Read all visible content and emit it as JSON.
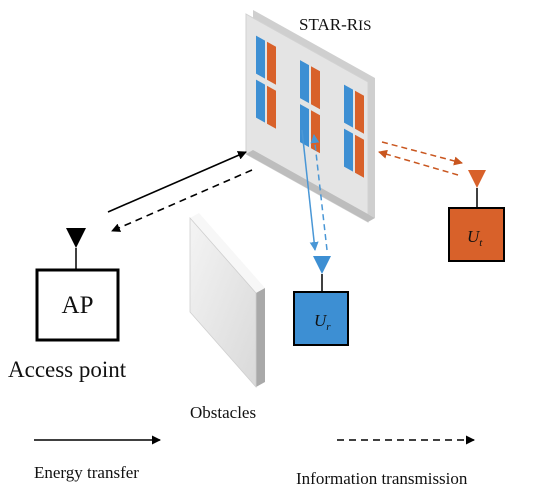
{
  "title": {
    "main": "STAR-R",
    "suffix": "IS"
  },
  "ap": {
    "box_label": "AP",
    "caption": "Access point"
  },
  "obstacle": {
    "label": "Obstacles"
  },
  "user_r": {
    "symbol": "U",
    "subscript": "r"
  },
  "user_t": {
    "symbol": "U",
    "subscript": "t"
  },
  "legend": {
    "energy_label": "Energy transfer",
    "info_label": "Information transmission"
  },
  "colors": {
    "element_blue": "#3d8fd3",
    "element_orange": "#d8612a",
    "panel": "#e2e2e2",
    "link_reflect": "#4a97d6",
    "link_transmit": "#c9561f",
    "stroke": "#000000"
  }
}
